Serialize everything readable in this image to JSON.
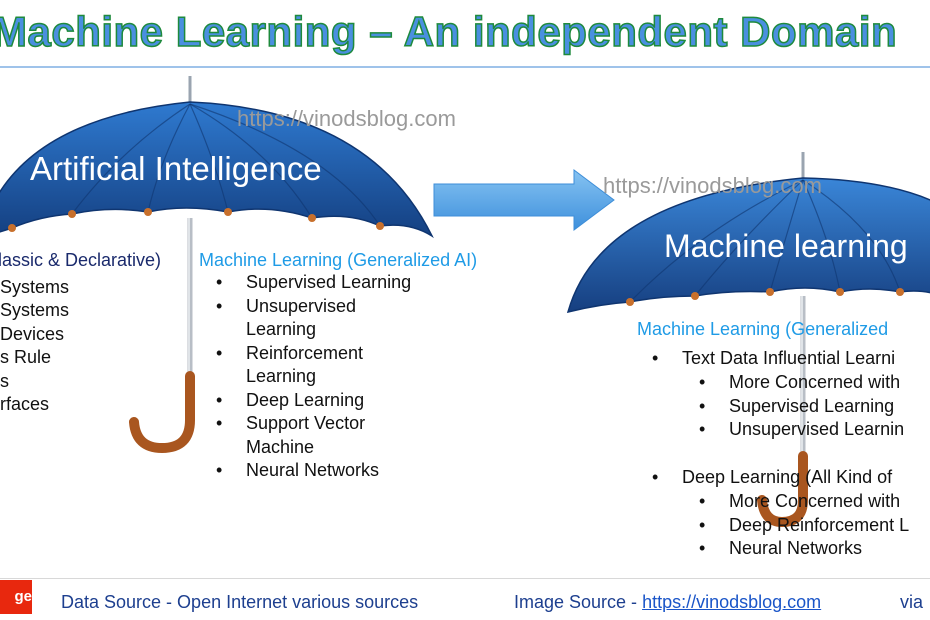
{
  "title": "Machine Learning – An independent Domain",
  "watermarks": [
    "https://vinodsblog.com",
    "https://vinodsblog.com"
  ],
  "left_umbrella": {
    "label": "Artificial Intelligence",
    "left_header": "lassic & Declarative)",
    "left_items": [
      "Systems",
      "Systems",
      "Devices",
      "s Rule",
      "s",
      "rfaces"
    ],
    "right_header": "Machine Learning (Generalized AI)",
    "right_items": [
      "Supervised Learning",
      "Unsupervised Learning",
      "Reinforcement Learning",
      "Deep Learning",
      "Support Vector Machine",
      "Neural Networks"
    ]
  },
  "right_umbrella": {
    "label": "Machine learning",
    "header": "Machine Learning (Generalized",
    "groups": [
      {
        "label": "Text Data Influential Learni",
        "items": [
          "More Concerned with",
          "Supervised Learning",
          "Unsupervised Learnin"
        ]
      },
      {
        "label": "Deep Learning (All Kind of",
        "items": [
          "More Concerned with",
          "Deep Reinforcement L",
          "Neural Networks"
        ]
      }
    ]
  },
  "footer": {
    "badge": "ge",
    "data_source": "Data Source -  Open Internet  various sources",
    "image_source_label": "Image Source - ",
    "image_source_link": "https://vinodsblog.com",
    "via": "via"
  },
  "colors": {
    "umbrella_blue": "#1f5fa8",
    "handle_brown": "#b8622a",
    "arrow_blue": "#5aa8e8",
    "title_fill": "#4a8fe0",
    "title_stroke": "#1e8a3c",
    "badge_red": "#e8280e"
  }
}
